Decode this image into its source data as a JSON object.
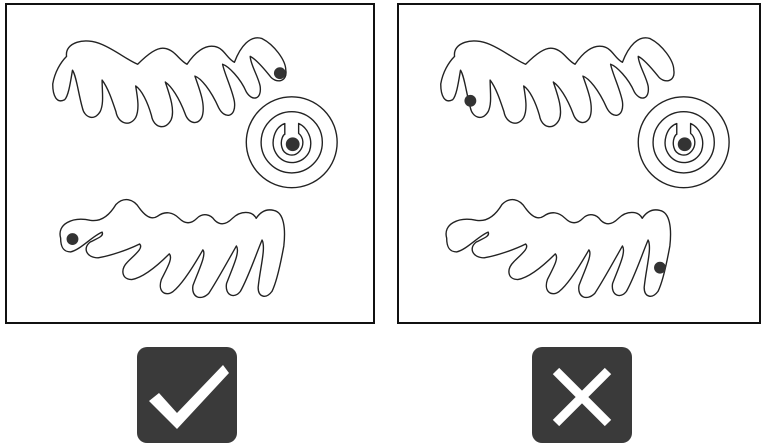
{
  "panels": [
    {
      "id": "correct-routing",
      "verdict": "correct",
      "dot_placement": "inner-ends"
    },
    {
      "id": "incorrect-routing",
      "verdict": "incorrect",
      "dot_placement": "outer-ends"
    }
  ],
  "badges": {
    "correct": {
      "icon": "checkmark-icon",
      "color": "#3a3a3a"
    },
    "incorrect": {
      "icon": "cross-icon",
      "color": "#3a3a3a"
    }
  },
  "colors": {
    "background": "#ffffff",
    "stroke": "#222222",
    "dot": "#333333",
    "badge": "#3a3a3a"
  }
}
